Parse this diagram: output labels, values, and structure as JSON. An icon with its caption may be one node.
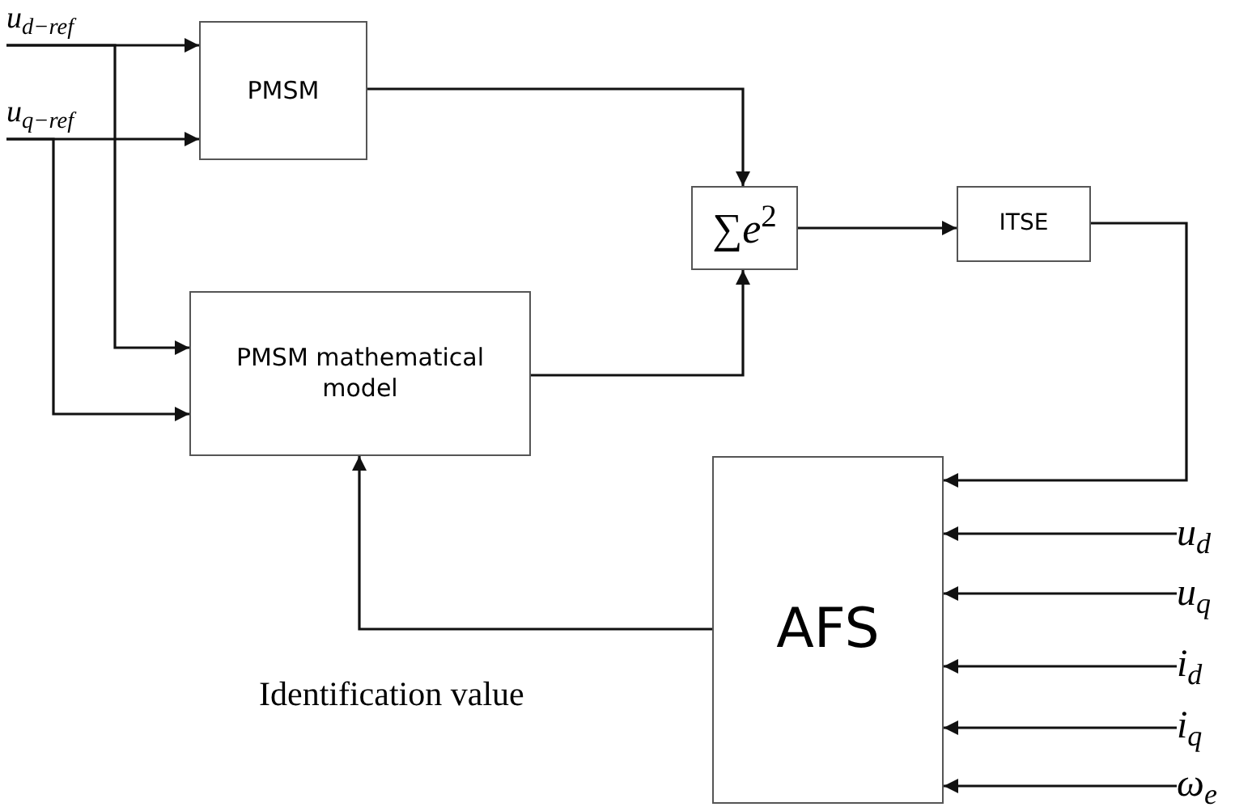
{
  "diagram": {
    "nodes": [
      {
        "text": [
          "u$_{d−ref}$"
        ]
      },
      {
        "text": [
          "u$_{q−ref}$"
        ]
      },
      {
        "text": [
          "PMSM"
        ]
      },
      {
        "text": [
          "PMSM mathematical model"
        ]
      },
      {
        "text": [
          "∑*e*$^{2}$"
        ]
      },
      {
        "text": [
          "ITSE"
        ]
      },
      {
        "text": [
          "AFS"
        ]
      },
      {
        "text": [
          "u$_{d}$"
        ]
      },
      {
        "text": [
          "u$_{q}$"
        ]
      },
      {
        "text": [
          "i$_{d}$"
        ]
      },
      {
        "text": [
          "i$_{q}$"
        ]
      },
      {
        "text": [
          "ω$_{e}$"
        ]
      }
    ],
    "edges": [
      {
        "from": 0,
        "to": 2,
        "arrow": "to"
      },
      {
        "from": 1,
        "to": 2,
        "arrow": "to"
      },
      {
        "from": 0,
        "to": 3,
        "arrow": "to"
      },
      {
        "from": 1,
        "to": 3,
        "arrow": "to"
      },
      {
        "from": 2,
        "to": 4,
        "arrow": "to"
      },
      {
        "from": 3,
        "to": 4,
        "arrow": "to"
      },
      {
        "from": 4,
        "to": 5,
        "arrow": "to"
      },
      {
        "from": 5,
        "to": 6,
        "arrow": "to"
      },
      {
        "from": 6,
        "to": 3,
        "arrow": "to",
        "label": "Identification value"
      },
      {
        "from": 7,
        "to": 6,
        "arrow": "to"
      },
      {
        "from": 8,
        "to": 6,
        "arrow": "to"
      },
      {
        "from": 9,
        "to": 6,
        "arrow": "to"
      },
      {
        "from": 10,
        "to": 6,
        "arrow": "to"
      },
      {
        "from": 11,
        "to": 6,
        "arrow": "to"
      }
    ]
  }
}
